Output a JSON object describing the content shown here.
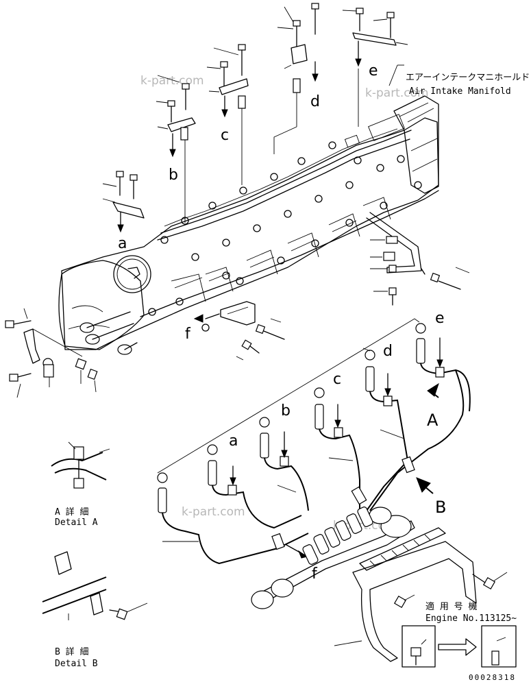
{
  "watermark": "k-part.com",
  "letters": {
    "a": "a",
    "b": "b",
    "c": "c",
    "d": "d",
    "e": "e",
    "f": "f",
    "A": "A",
    "B": "B"
  },
  "manifold_label": {
    "jp": "エアーインテークマニホールド",
    "en": "Air Intake Manifold"
  },
  "detail_a": {
    "jp": "A 詳 細",
    "en": "Detail A"
  },
  "detail_b": {
    "jp": "B 詳 細",
    "en": "Detail B"
  },
  "applicable": {
    "jp": "適 用 号 機",
    "en": "Engine No.113125~"
  },
  "drawing_code": "00028318"
}
